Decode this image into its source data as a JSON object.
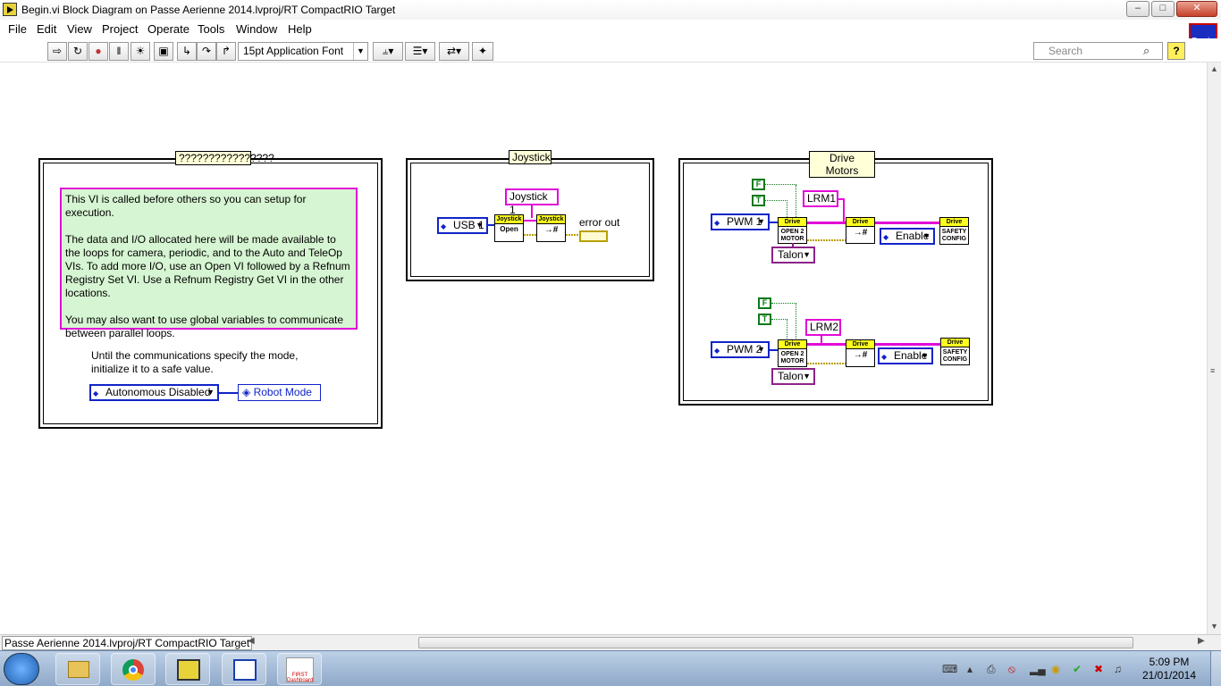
{
  "window": {
    "title": "Begin.vi Block Diagram on Passe Aerienne 2014.lvproj/RT CompactRIO Target",
    "minimize": "–",
    "maximize": "□",
    "close": "✕"
  },
  "menu": [
    "File",
    "Edit",
    "View",
    "Project",
    "Operate",
    "Tools",
    "Window",
    "Help"
  ],
  "toolbar": {
    "font": "15pt Application Font",
    "search_placeholder": "Search",
    "help": "?",
    "vi_icon_label": "Begin"
  },
  "frames": {
    "setup": {
      "label": "????????????????",
      "comment": [
        "This VI is called before others so you can setup for execution.",
        "The data and I/O allocated here will be made available to the loops for camera, periodic, and to the Auto and TeleOp VIs. To add more I/O, use an Open VI followed by a Refnum Registry Set VI.  Use a Refnum Registry Get VI in the other locations.",
        "You may also want to use global variables to communicate between parallel loops."
      ],
      "note": "Until the communications specify the mode, initialize it to a safe value.",
      "mode_value": "Autonomous Disabled",
      "global": "Robot Mode"
    },
    "joystick": {
      "label": "Joystick",
      "name": "Joystick 1",
      "usb": "USB 1",
      "open_hd": "Joystick",
      "open_bd": "Open",
      "set_hd": "Joystick",
      "set_bd": "→#",
      "error_out": "error out"
    },
    "drive": {
      "label": "Drive Motors",
      "rows": [
        {
          "false": "F",
          "true": "T",
          "name": "LRM1",
          "pwm": "PWM 1",
          "open_hd": "Drive",
          "open_bd": "OPEN 2 MOTOR",
          "set_hd": "Drive",
          "set_bd": "→#",
          "enable": "Enable",
          "safety_hd": "Drive",
          "safety_bd": "SAFETY CONFIG",
          "talon": "Talon"
        },
        {
          "false": "F",
          "true": "T",
          "name": "LRM2",
          "pwm": "PWM 2",
          "open_hd": "Drive",
          "open_bd": "OPEN 2 MOTOR",
          "set_hd": "Drive",
          "set_bd": "→#",
          "enable": "Enable",
          "safety_hd": "Drive",
          "safety_bd": "SAFETY CONFIG",
          "talon": "Talon"
        }
      ]
    }
  },
  "status": {
    "context": "Passe Aerienne 2014.lvproj/RT CompactRIO Target"
  },
  "taskbar": {
    "dashboard_label": "FIRST Dashboard",
    "time": "5:09 PM",
    "date": "21/01/2014"
  }
}
